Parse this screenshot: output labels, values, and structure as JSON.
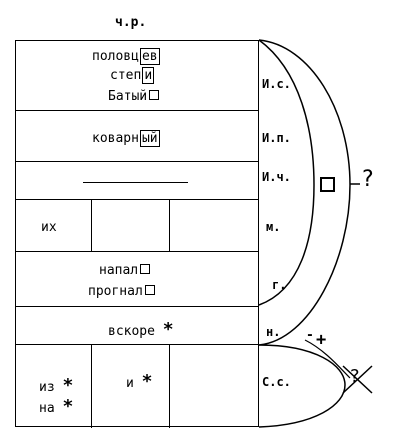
{
  "title": "ч.р.",
  "cells": {
    "r1_line1_stem": "половц",
    "r1_line1_end": "ев",
    "r1_line2_stem": "степ",
    "r1_line2_end": "и",
    "r1_line3": "Батый",
    "r2_stem": "коварн",
    "r2_end": "ый",
    "r4_left": "их",
    "r5_line1": "напал",
    "r5_line2": "прогнал",
    "r6": "вскоре",
    "r7_left_line1": "из",
    "r7_left_line2": "на",
    "r7_mid": "и",
    "star": "*"
  },
  "labels": {
    "is": "И.с.",
    "ip": "И.п.",
    "ich": "И.ч.",
    "m": "м.",
    "g": "г.",
    "n": "н.",
    "ss": "С.с."
  },
  "right": {
    "question": "?",
    "minus": "-",
    "plus": "+",
    "crossed_question": "?"
  }
}
